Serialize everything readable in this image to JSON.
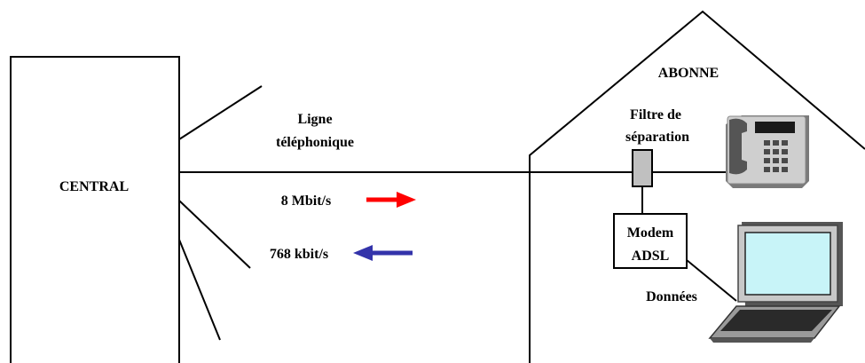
{
  "central": {
    "label": "CENTRAL"
  },
  "line": {
    "label_line1": "Ligne",
    "label_line2": "téléphonique"
  },
  "downstream": {
    "label": "8 Mbit/s",
    "arrow_color": "#ff0000"
  },
  "upstream": {
    "label": "768 kbit/s",
    "arrow_color": "#3333aa"
  },
  "subscriber": {
    "label": "ABONNE"
  },
  "splitter": {
    "label_line1": "Filtre de",
    "label_line2": "séparation"
  },
  "modem": {
    "label_line1": "Modem",
    "label_line2": "ADSL"
  },
  "data_link": {
    "label": "Données"
  },
  "icons": {
    "phone": "telephone-icon",
    "laptop": "laptop-icon"
  }
}
